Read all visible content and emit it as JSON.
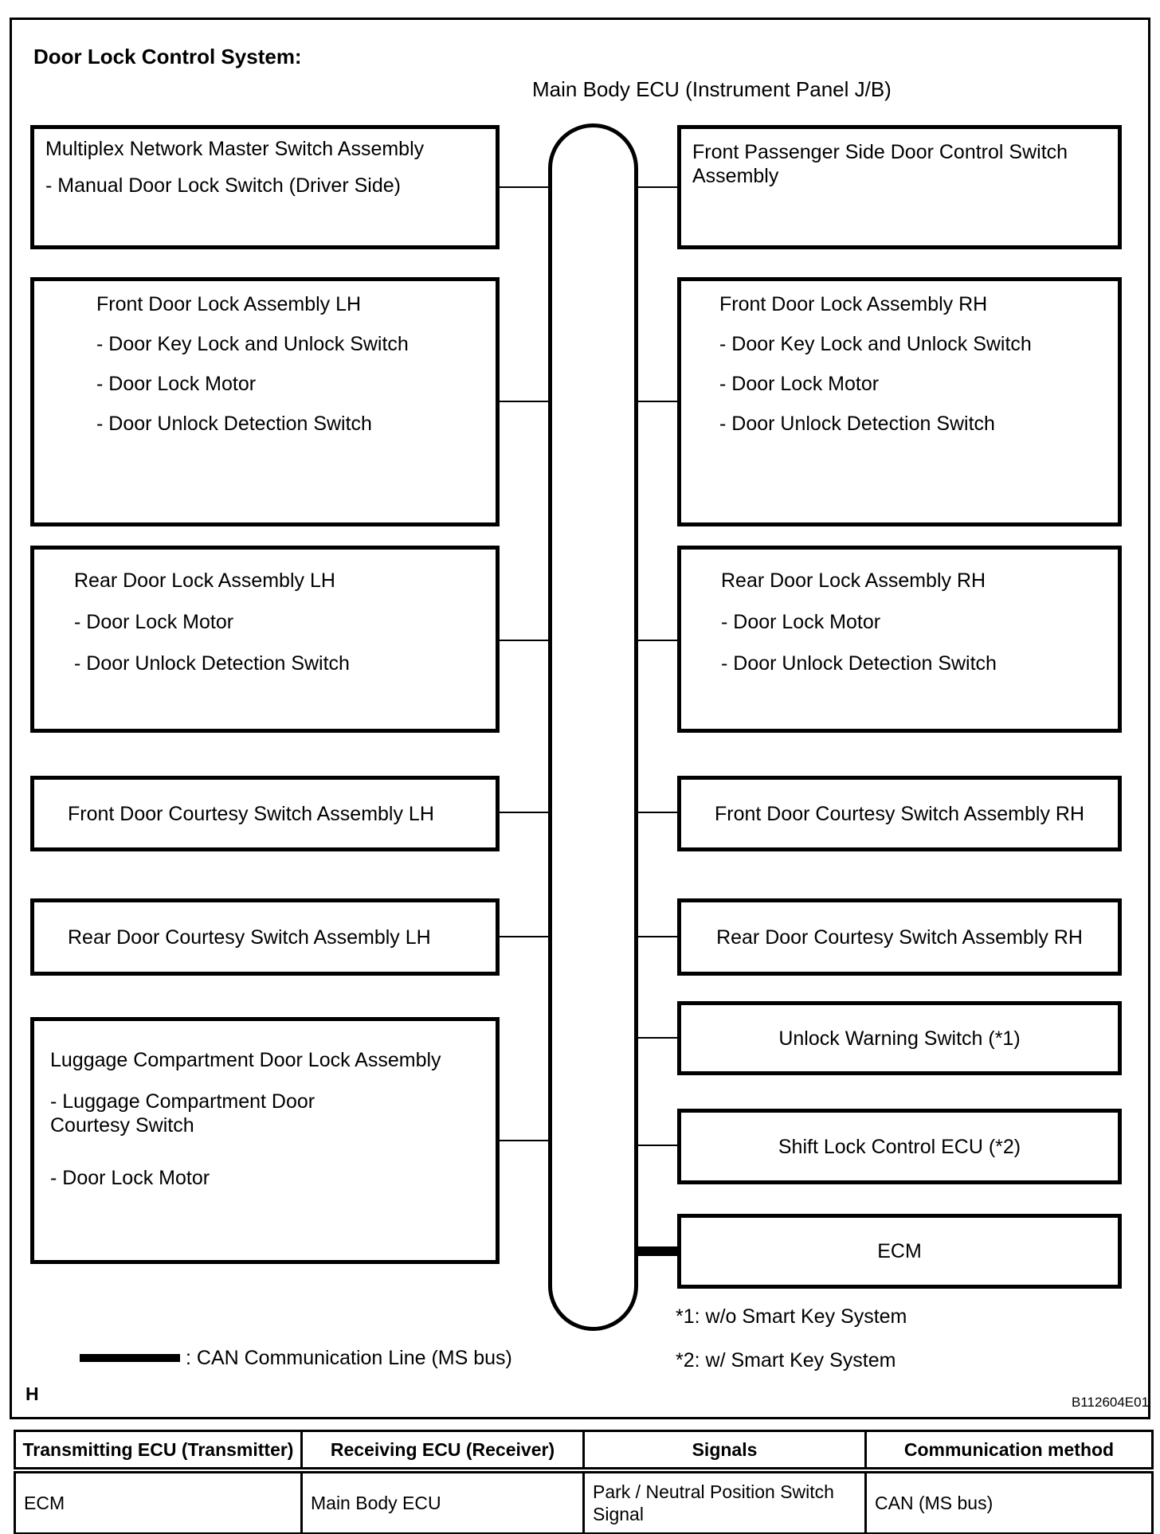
{
  "diagram": {
    "title": "Door Lock Control System:",
    "ecu_label": "Main Body ECU (Instrument Panel J/B)",
    "ink_color": "#000000",
    "paper_color": "#ffffff",
    "boxes": {
      "l1": {
        "title": "Multiplex Network Master Switch Assembly",
        "items": [
          "- Manual Door Lock Switch (Driver Side)"
        ]
      },
      "l2": {
        "title": "Front Door Lock Assembly LH",
        "items": [
          "- Door Key Lock and Unlock Switch",
          "- Door Lock Motor",
          "- Door Unlock Detection Switch"
        ]
      },
      "l3": {
        "title": "Rear Door Lock Assembly LH",
        "items": [
          "- Door Lock Motor",
          "- Door Unlock Detection Switch"
        ]
      },
      "l4": {
        "title": "Front Door Courtesy Switch Assembly LH"
      },
      "l5": {
        "title": "Rear Door Courtesy Switch Assembly LH"
      },
      "l6": {
        "title": "Luggage Compartment Door Lock Assembly",
        "items": [
          "- Luggage Compartment Door Courtesy Switch",
          "- Door Lock Motor"
        ]
      },
      "r1": {
        "title": "Front Passenger Side Door Control Switch Assembly"
      },
      "r2": {
        "title": "Front Door Lock Assembly RH",
        "items": [
          "- Door Key Lock and Unlock Switch",
          "- Door Lock Motor",
          "- Door Unlock Detection Switch"
        ]
      },
      "r3": {
        "title": "Rear Door Lock Assembly RH",
        "items": [
          "- Door Lock Motor",
          "- Door Unlock Detection Switch"
        ]
      },
      "r4": {
        "title": "Front Door Courtesy Switch Assembly RH"
      },
      "r5": {
        "title": "Rear Door Courtesy Switch Assembly RH"
      },
      "r6": {
        "title": "Unlock Warning Switch (*1)"
      },
      "r7": {
        "title": "Shift Lock Control ECU (*2)"
      },
      "r8": {
        "title": "ECM"
      }
    },
    "legend": {
      "can_line_label": ": CAN Communication Line (MS bus)"
    },
    "footnotes": {
      "note1": "*1: w/o Smart Key System",
      "note2": "*2: w/ Smart Key System"
    },
    "page_marker": "H",
    "figure_code": "B112604E01"
  },
  "table": {
    "headers": [
      "Transmitting ECU (Transmitter)",
      "Receiving ECU (Receiver)",
      "Signals",
      "Communication method"
    ],
    "rows": [
      {
        "transmitter": "ECM",
        "receiver": "Main Body ECU",
        "signals": "Park / Neutral Position Switch Signal",
        "method": "CAN (MS bus)"
      }
    ]
  }
}
